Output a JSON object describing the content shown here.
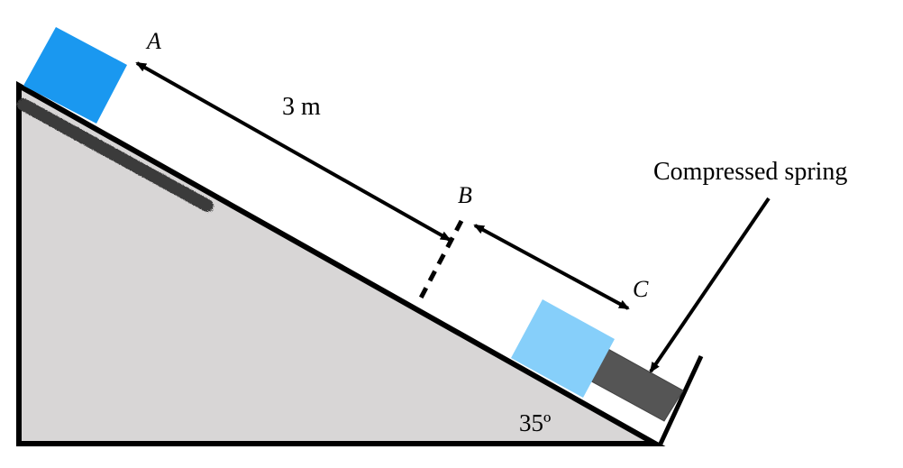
{
  "labels": {
    "point_a": "A",
    "point_b": "B",
    "point_c": "C",
    "distance": "3 m",
    "spring": "Compressed spring",
    "angle": "35º"
  },
  "colors": {
    "incline_fill": "#d8d6d6",
    "block_a": "#1a98f0",
    "block_c": "#86cffa",
    "spring": "#555555",
    "rough_patch": "#3a3a3a",
    "outline": "#000000"
  }
}
